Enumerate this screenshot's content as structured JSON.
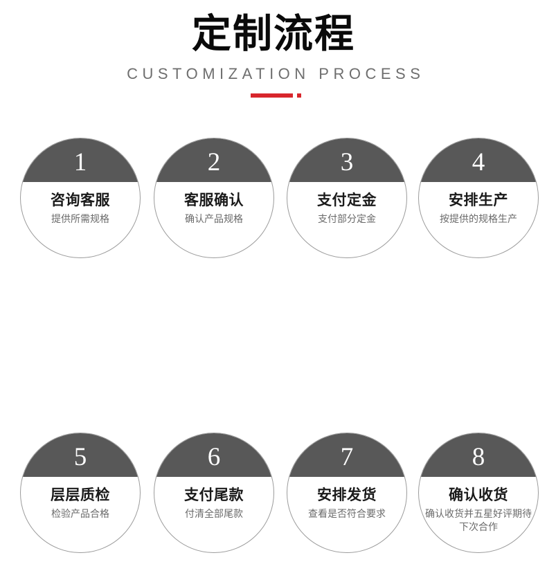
{
  "header": {
    "title_cn": "定制流程",
    "title_en": "CUSTOMIZATION PROCESS",
    "accent_color": "#d8262c"
  },
  "theme": {
    "circle_top_fill": "#585858",
    "circle_border": "#9b9b9b",
    "label_color": "#1a1a1a",
    "desc_color": "#6a6a6a",
    "background": "#ffffff"
  },
  "steps": [
    {
      "number": "1",
      "label": "咨询客服",
      "desc": "提供所需规格"
    },
    {
      "number": "2",
      "label": "客服确认",
      "desc": "确认产品规格"
    },
    {
      "number": "3",
      "label": "支付定金",
      "desc": "支付部分定金"
    },
    {
      "number": "4",
      "label": "安排生产",
      "desc": "按提供的规格生产"
    },
    {
      "number": "5",
      "label": "层层质检",
      "desc": "检验产品合格"
    },
    {
      "number": "6",
      "label": "支付尾款",
      "desc": "付清全部尾款"
    },
    {
      "number": "7",
      "label": "安排发货",
      "desc": "查看是否符合要求"
    },
    {
      "number": "8",
      "label": "确认收货",
      "desc": "确认收货并五星好评期待下次合作"
    }
  ]
}
